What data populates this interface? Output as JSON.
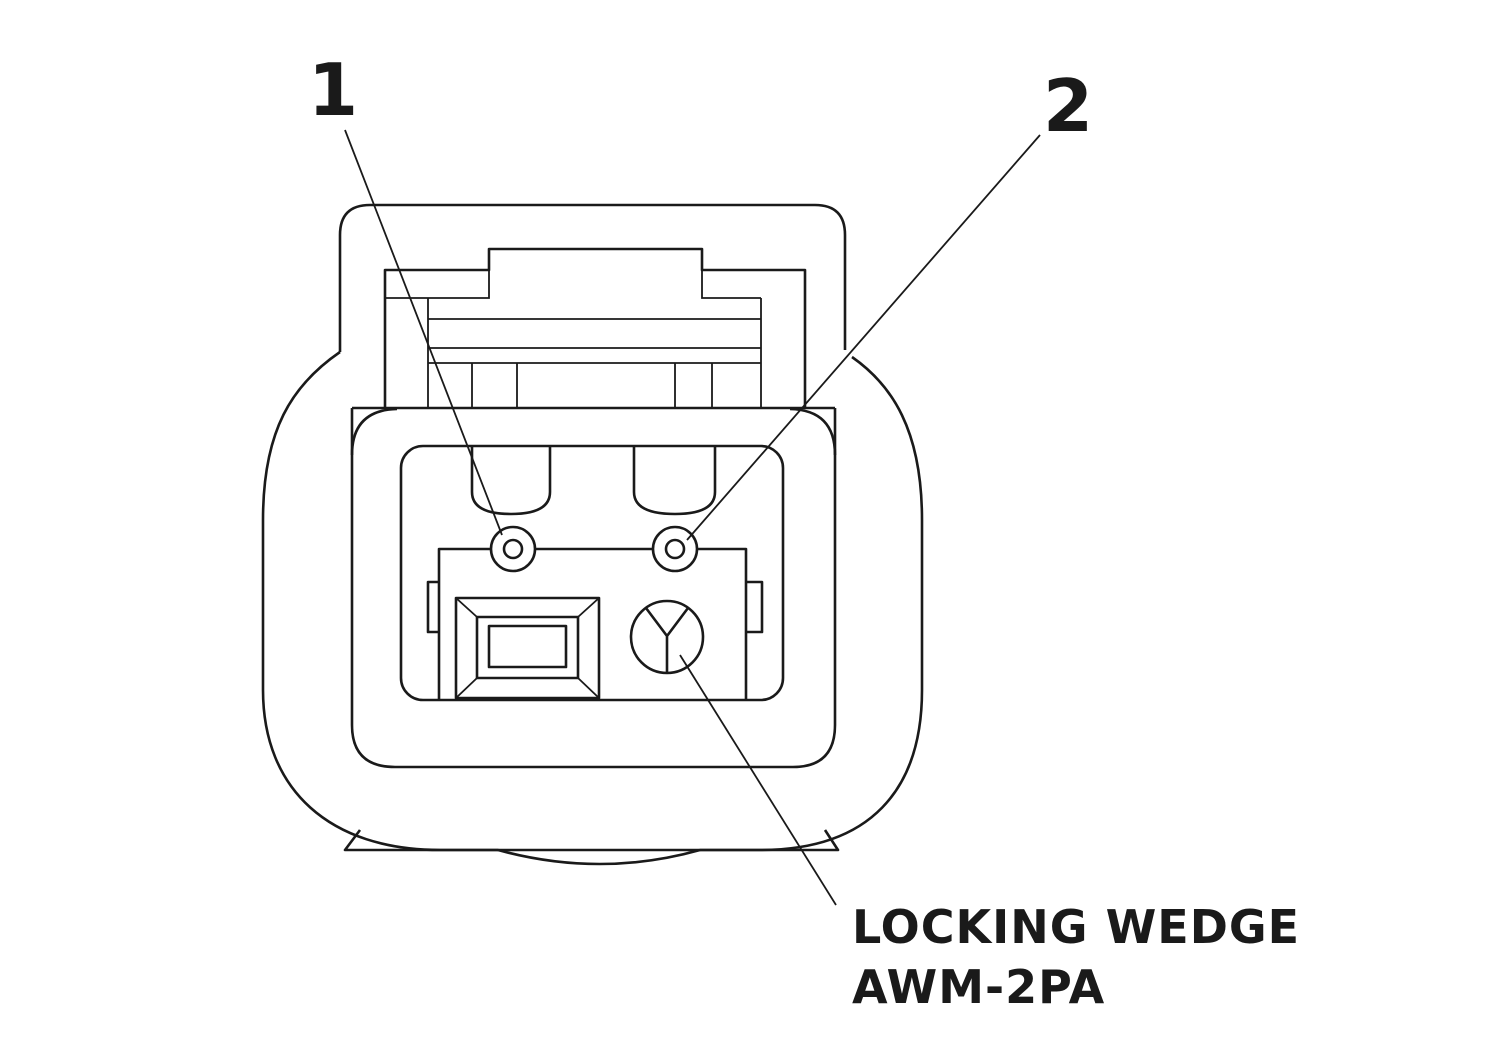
{
  "callouts": {
    "pin1": "1",
    "pin2": "2",
    "wedge_line1": "LOCKING WEDGE",
    "wedge_line2": "AWM-2PA"
  },
  "colors": {
    "line": "#1a1a1a",
    "background": "#ffffff"
  }
}
